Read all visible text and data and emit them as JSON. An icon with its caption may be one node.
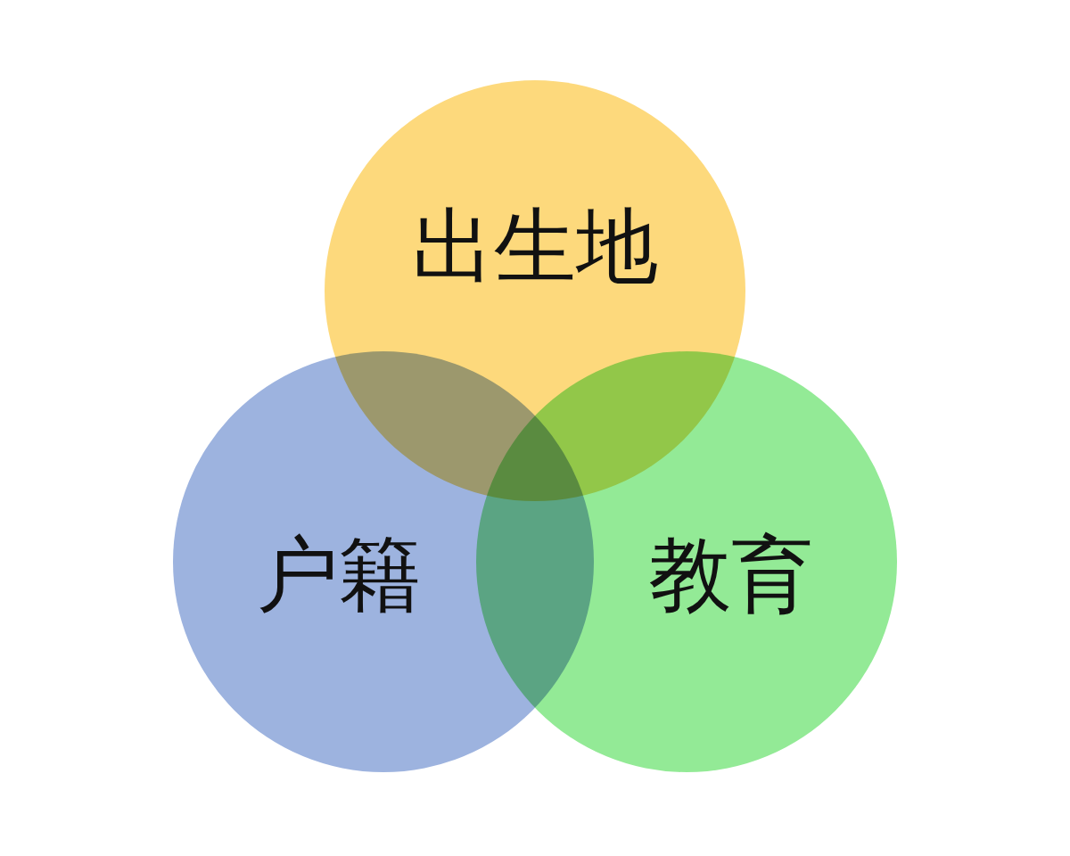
{
  "diagram": {
    "nodes": [
      {
        "text": [
          "出生地"
        ]
      },
      {
        "text": [
          "户籍"
        ]
      },
      {
        "text": [
          "教育"
        ]
      }
    ]
  }
}
